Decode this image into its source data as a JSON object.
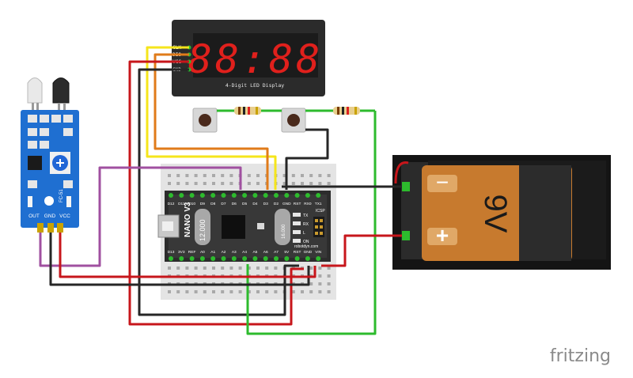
{
  "display": {
    "digits": "88:88",
    "caption": "4-Digit LED Display",
    "pins": [
      "CLK",
      "DIO",
      "VCC",
      "GND"
    ]
  },
  "arduino": {
    "model": "NANO V3",
    "crystal_left": "12.000",
    "crystal_right": "16.000",
    "maker": "robotdyn.com",
    "icsp": "ICSP",
    "leds": [
      "TX",
      "RX",
      "L",
      "ON"
    ],
    "top_pins": [
      "D12",
      "D11",
      "D10",
      "D9",
      "D8",
      "D7",
      "D6",
      "D5",
      "D4",
      "D3",
      "D2",
      "GND",
      "RST",
      "RX0",
      "TX1"
    ],
    "bottom_pins": [
      "D13",
      "3V3",
      "REF",
      "A0",
      "A1",
      "A2",
      "A3",
      "A4",
      "A5",
      "A6",
      "A7",
      "5V",
      "RST",
      "GND",
      "VIN"
    ]
  },
  "ir_sensor": {
    "label": "FC-51",
    "pins": [
      "OUT",
      "GND",
      "VCC"
    ]
  },
  "battery": {
    "voltage": "9V",
    "minus": "−",
    "plus": "+"
  },
  "brand": "fritzing",
  "colors": {
    "wire_yellow": "#f5e51b",
    "wire_orange": "#e07b1a",
    "wire_red": "#c7161b",
    "wire_black": "#262626",
    "wire_green": "#2dbb2d",
    "wire_purple": "#a050a0",
    "pcb_blue": "#1f6fd1",
    "battery_copper": "#c77a2e"
  }
}
